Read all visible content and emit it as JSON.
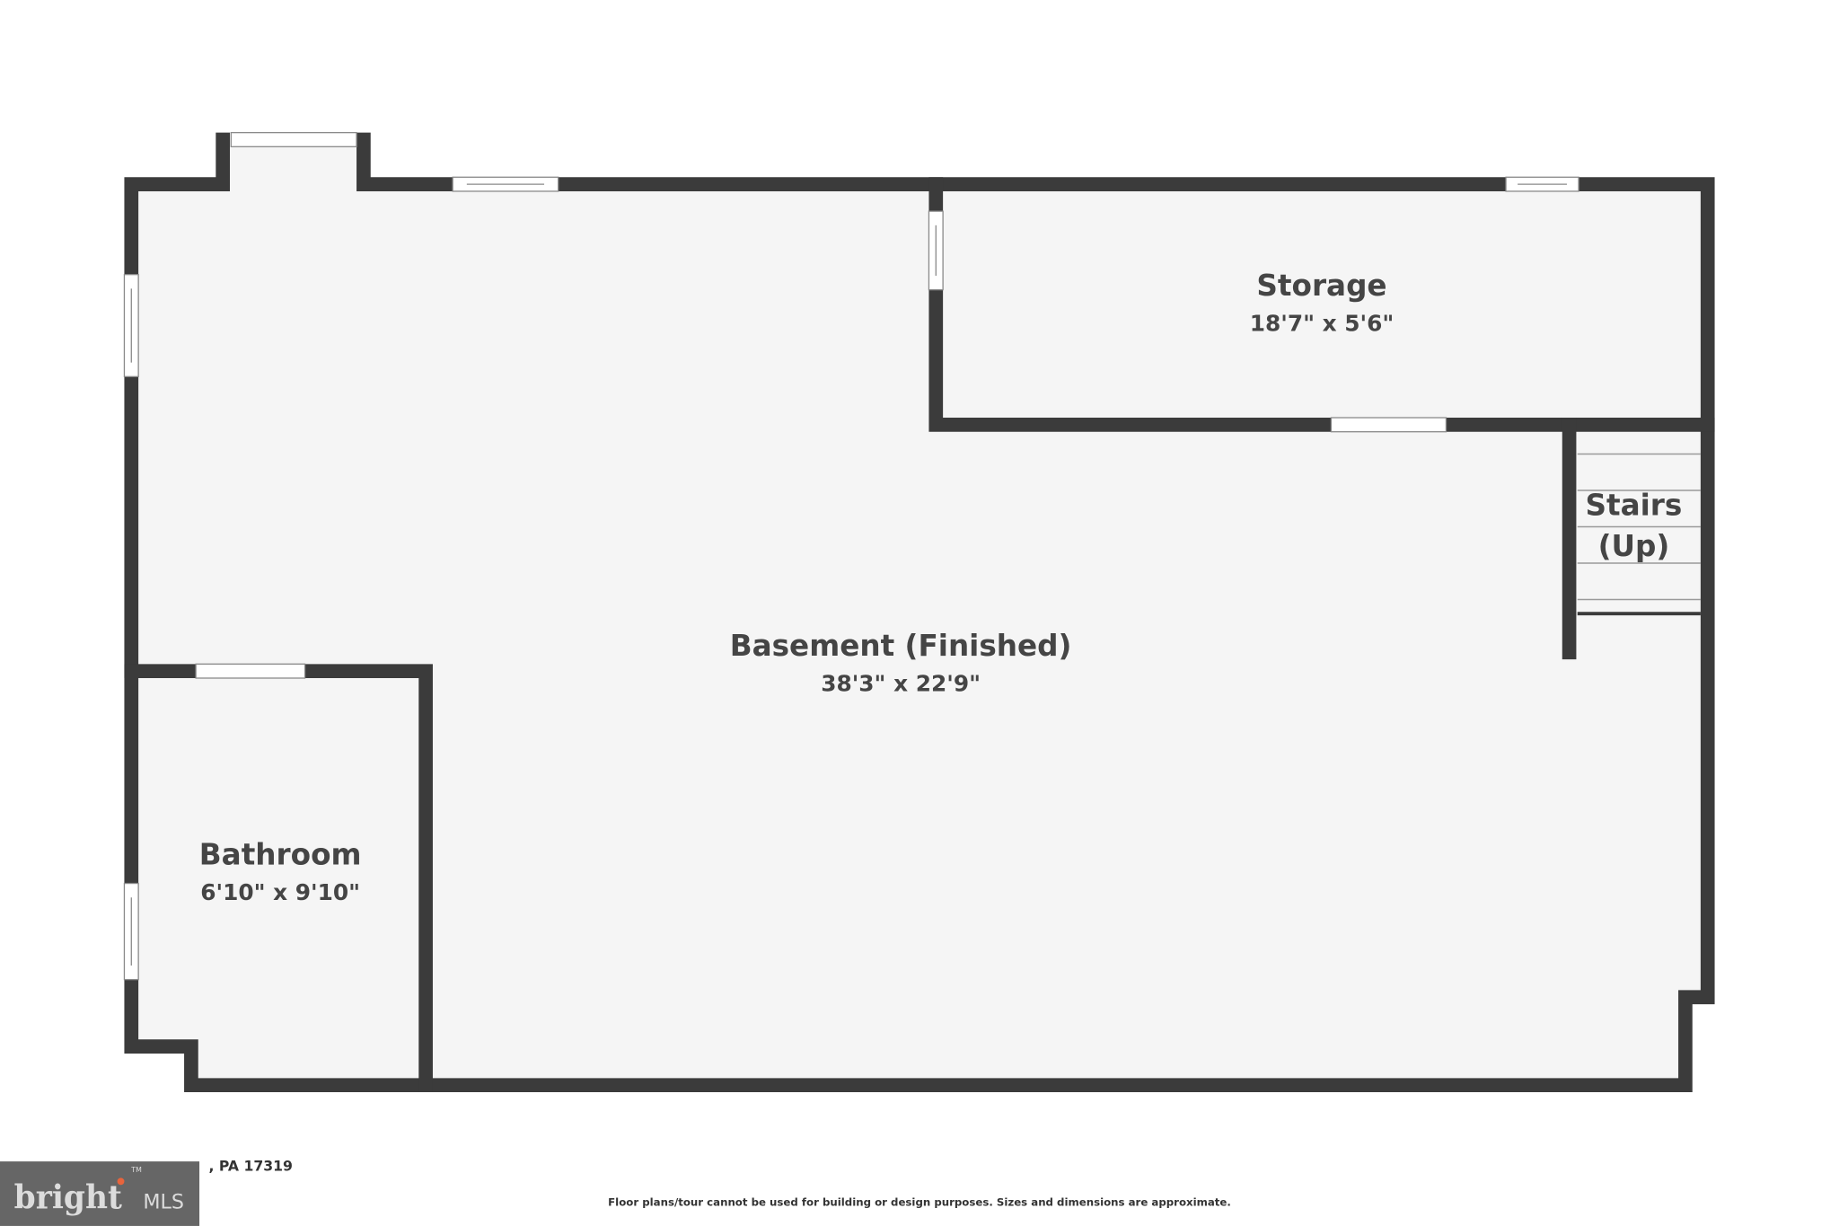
{
  "rooms": [
    {
      "name": "Storage",
      "dimensions": "18'7\" x 5'6\""
    },
    {
      "name": "Stairs",
      "name_line2": "(Up)"
    },
    {
      "name": "Basement (Finished)",
      "dimensions": "38'3\" x 22'9\""
    },
    {
      "name": "Bathroom",
      "dimensions": "6'10\" x 9'10\""
    }
  ],
  "footer": {
    "address_visible": ", PA 17319",
    "disclaimer": "Floor plans/tour cannot be used for building or design purposes. Sizes and dimensions are approximate."
  },
  "logo": {
    "text": "bright",
    "suffix": "MLS",
    "trademark": "TM",
    "background": "#666666",
    "accent": "#e8643c"
  },
  "colors": {
    "wall": "#3b3b3b",
    "floor": "#f5f5f5",
    "text": "#454545"
  }
}
